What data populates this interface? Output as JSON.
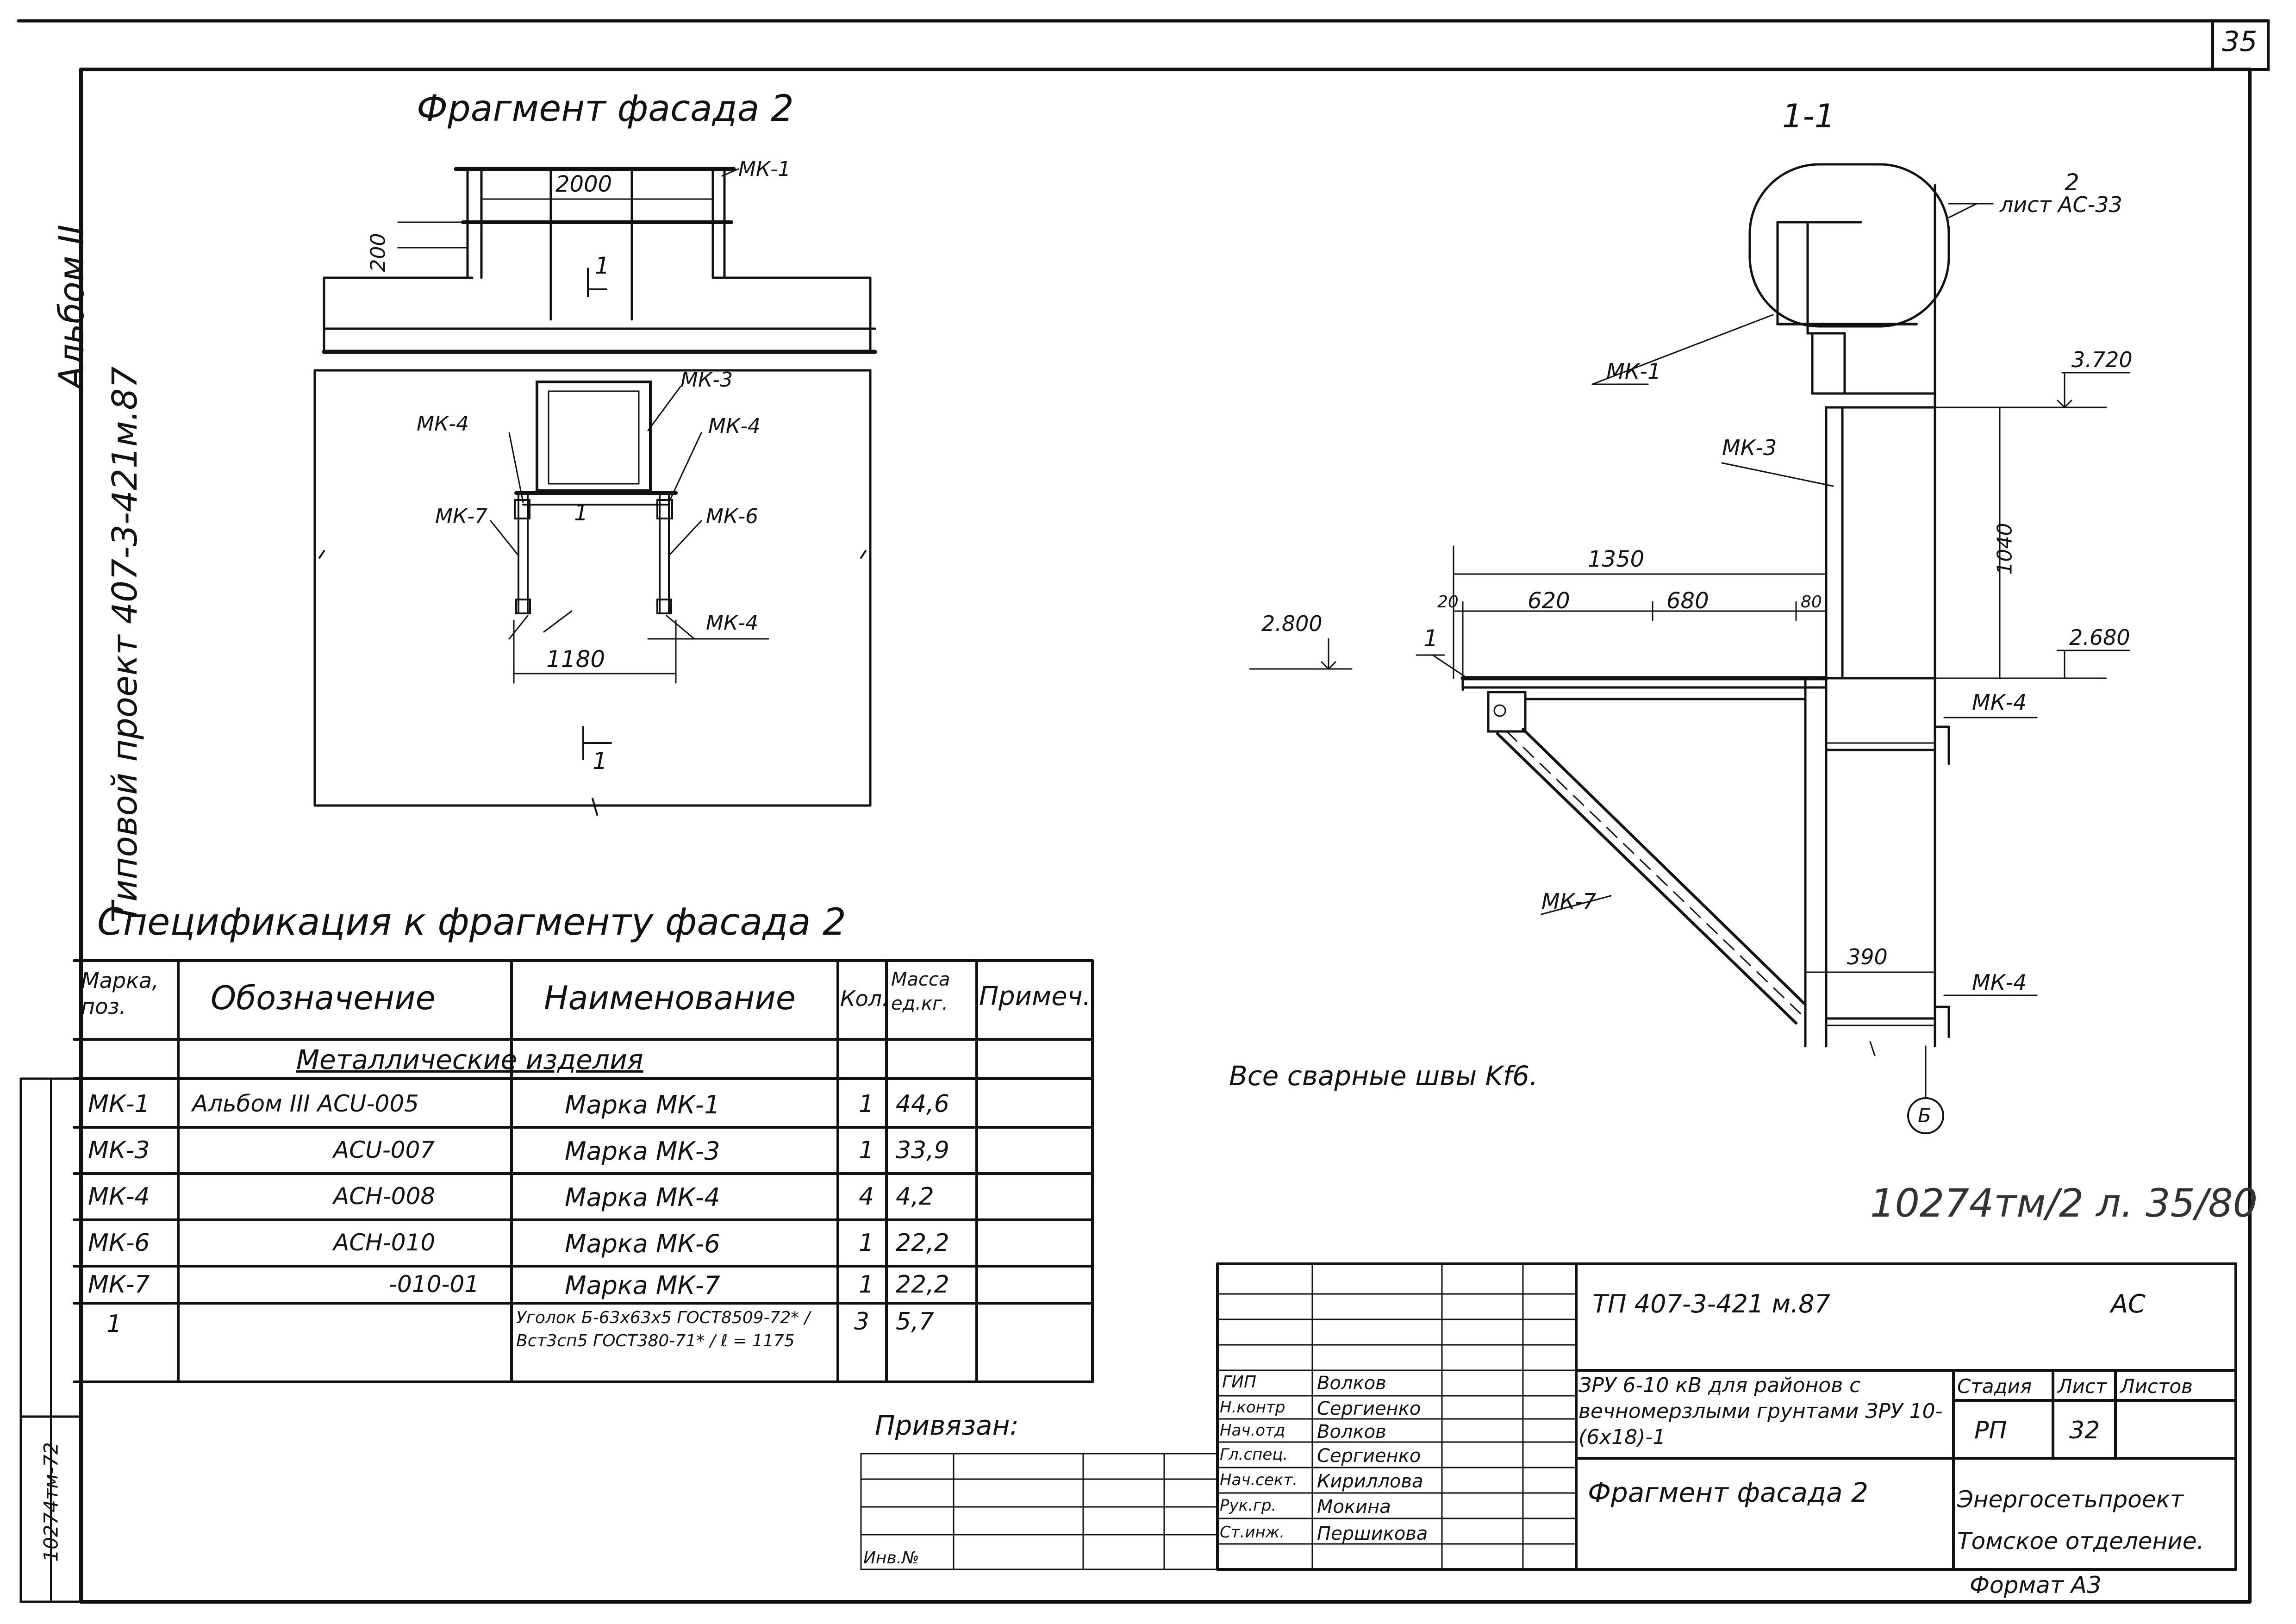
{
  "sheet_number": "35",
  "side_title": {
    "project": "Типовой проект 407-3-421м.87",
    "album": "Альбом II"
  },
  "side_stamp": {
    "inv": "10274тм-72",
    "misc": "........"
  },
  "facade": {
    "title": "Фрагмент фасада 2",
    "dim_top": "2000",
    "dim_left": "200",
    "dim_bottom": "1180",
    "section_mark_top": "1",
    "section_mark_bottom": "1",
    "labels": {
      "mk1": "МК-1",
      "mk3": "МК-3",
      "mk4_left": "МК-4",
      "mk4_right": "МК-4",
      "mk7": "МК-7",
      "mk6": "МК-6",
      "mk4_bottom": "МК-4",
      "pos1": "1"
    }
  },
  "section": {
    "title": "1-1",
    "callout_num": "2",
    "callout_sheet": "лист АС-33",
    "mk1": "МК-1",
    "mk3": "МК-3",
    "mk4_top": "МК-4",
    "mk4_bottom": "МК-4",
    "mk7": "МК-7",
    "pos1": "1",
    "level_3720": "3.720",
    "level_2800": "2.800",
    "level_2680": "2.680",
    "dim_1040": "1040",
    "dim_1350": "1350",
    "dim_20": "20",
    "dim_620": "620",
    "dim_680": "680",
    "dim_80": "80",
    "dim_390": "390",
    "axis": "Б",
    "note": "Все сварные швы Kf6."
  },
  "sheet_ref": "10274тм/2  л. 35/80",
  "spec": {
    "title": "Спецификация к фрагменту фасада 2",
    "headers": {
      "mark": "Марка, поз.",
      "designation": "Обозначение",
      "name": "Наименование",
      "qty": "Кол.",
      "mass": "Масса ед.кг.",
      "note": "Примеч."
    },
    "group": "Металлические изделия",
    "rows": [
      {
        "mark": "МК-1",
        "designation": "Альбом III  АСU-005",
        "name": "Марка МК-1",
        "qty": "1",
        "mass": "44,6"
      },
      {
        "mark": "МК-3",
        "designation": "АСU-007",
        "name": "Марка МК-3",
        "qty": "1",
        "mass": "33,9"
      },
      {
        "mark": "МК-4",
        "designation": "АСН-008",
        "name": "Марка МК-4",
        "qty": "4",
        "mass": "4,2"
      },
      {
        "mark": "МК-6",
        "designation": "АСН-010",
        "name": "Марка МК-6",
        "qty": "1",
        "mass": "22,2"
      },
      {
        "mark": "МК-7",
        "designation": "-010-01",
        "name": "Марка МК-7",
        "qty": "1",
        "mass": "22,2"
      },
      {
        "mark": "1",
        "designation": "",
        "name": "Уголок Б-63х63х5 ГОСТ8509-72* / Вст3сп5 ГОСТ380-71* / ℓ = 1175",
        "qty": "3",
        "mass": "5,7"
      }
    ]
  },
  "title_block": {
    "code": "ТП      407-3-421 м.87",
    "section_code": "АС",
    "tied": "Привязан:",
    "inv": "Инв.№",
    "roles": [
      {
        "role": "ГИП",
        "name": "Волков"
      },
      {
        "role": "Н.контр",
        "name": "Сергиенко"
      },
      {
        "role": "Нач.отд",
        "name": "Волков"
      },
      {
        "role": "Гл.спец.",
        "name": "Сергиенко"
      },
      {
        "role": "Нач.сект.",
        "name": "Кириллова"
      },
      {
        "role": "Рук.гр.",
        "name": "Мокина"
      },
      {
        "role": "Ст.инж.",
        "name": "Першикова"
      }
    ],
    "object_title": "ЗРУ 6-10 кВ для районов с вечномерзлыми грунтами ЗРУ 10-(6х18)-1",
    "drawing_title": "Фрагмент фасада 2",
    "stage_header": "Стадия",
    "sheet_header": "Лист",
    "sheets_header": "Листов",
    "stage": "РП",
    "sheet": "32",
    "org1": "Энергосетьпроект",
    "org2": "Томское отделение.",
    "format": "Формат А3"
  }
}
